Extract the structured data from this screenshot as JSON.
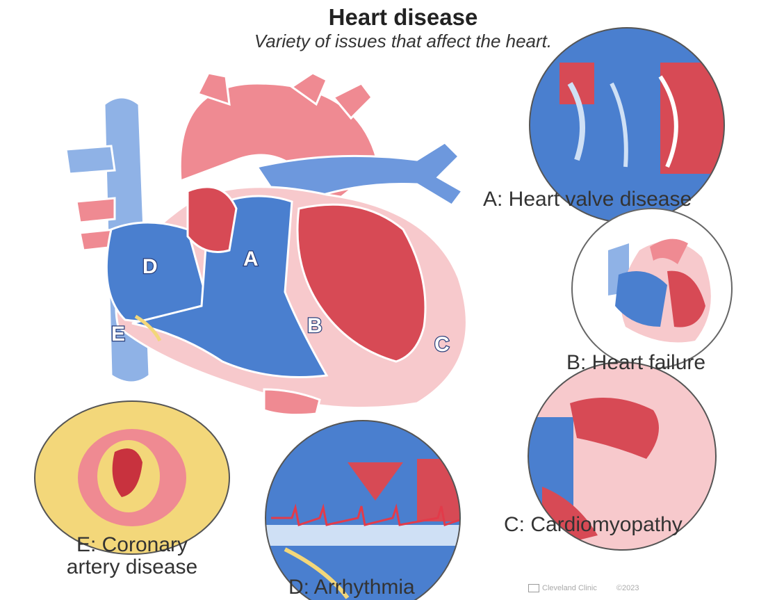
{
  "title": "Heart disease",
  "subtitle": "Variety of issues that affect the heart.",
  "markers": {
    "a": "A",
    "b": "B",
    "c": "C",
    "d": "D",
    "e": "E"
  },
  "insets": {
    "a": "A: Heart valve disease",
    "b": "B: Heart failure",
    "c": "C: Cardiomyopathy",
    "d": "D: Arrhythmia",
    "e_line1": "E: Coronary",
    "e_line2": "artery disease"
  },
  "credit": {
    "name": "Cleveland Clinic",
    "year": "©2023"
  },
  "colors": {
    "vein_blue": "#4a7fcf",
    "light_blue": "#8fb2e6",
    "aorta_pink": "#ef8a92",
    "muscle_red": "#d74a55",
    "wall_pink": "#f7c9cc",
    "plaque_yellow": "#f3d77a"
  }
}
